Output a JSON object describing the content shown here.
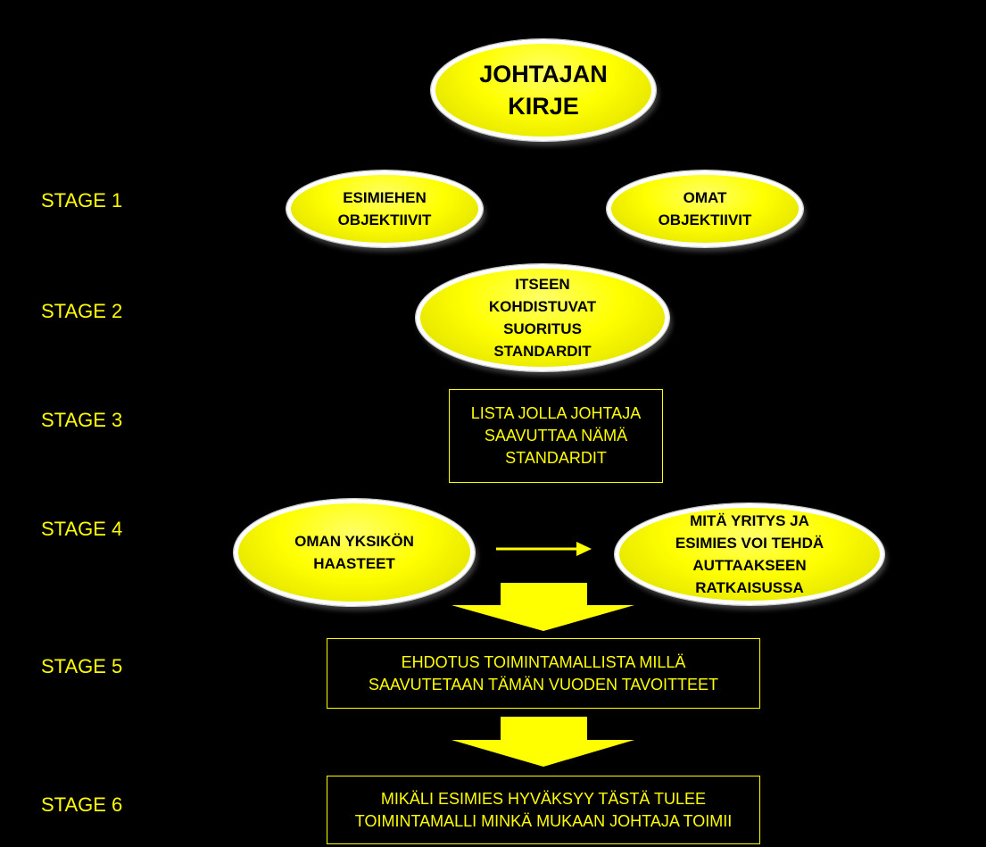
{
  "colors": {
    "background": "#000000",
    "accent": "#ffff00",
    "oval_text": "#000000",
    "oval_border": "#ffffff"
  },
  "stages": [
    "STAGE 1",
    "STAGE 2",
    "STAGE 3",
    "STAGE 4",
    "STAGE 5",
    "STAGE 6"
  ],
  "nodes": {
    "johtajan_kirje": [
      "JOHTAJAN",
      "KIRJE"
    ],
    "esimiehen_objektiivit": [
      "ESIMIEHEN",
      "OBJEKTIIVIT"
    ],
    "omat_objektiivit": [
      "OMAT",
      "OBJEKTIIVIT"
    ],
    "suoritus_standardit": [
      "ITSEEN",
      "KOHDISTUVAT",
      "SUORITUS",
      "STANDARDIT"
    ],
    "lista": [
      "LISTA JOLLA JOHTAJA",
      "SAAVUTTAA NÄMÄ",
      "STANDARDIT"
    ],
    "oman_yksikon_haasteet": [
      "OMAN YKSIKÖN",
      "HAASTEET"
    ],
    "mita_yritys": [
      "MITÄ YRITYS JA",
      "ESIMIES VOI TEHDÄ",
      "AUTTAAKSEEN",
      "RATKAISUSSA"
    ],
    "ehdotus": [
      "EHDOTUS TOIMINTAMALLISTA MILLÄ",
      "SAAVUTETAAN TÄMÄN VUODEN TAVOITTEET"
    ],
    "mikali": [
      "MIKÄLI ESIMIES HYVÄKSYY TÄSTÄ TULEE",
      "TOIMINTAMALLI MINKÄ MUKAAN JOHTAJA TOIMII"
    ]
  }
}
